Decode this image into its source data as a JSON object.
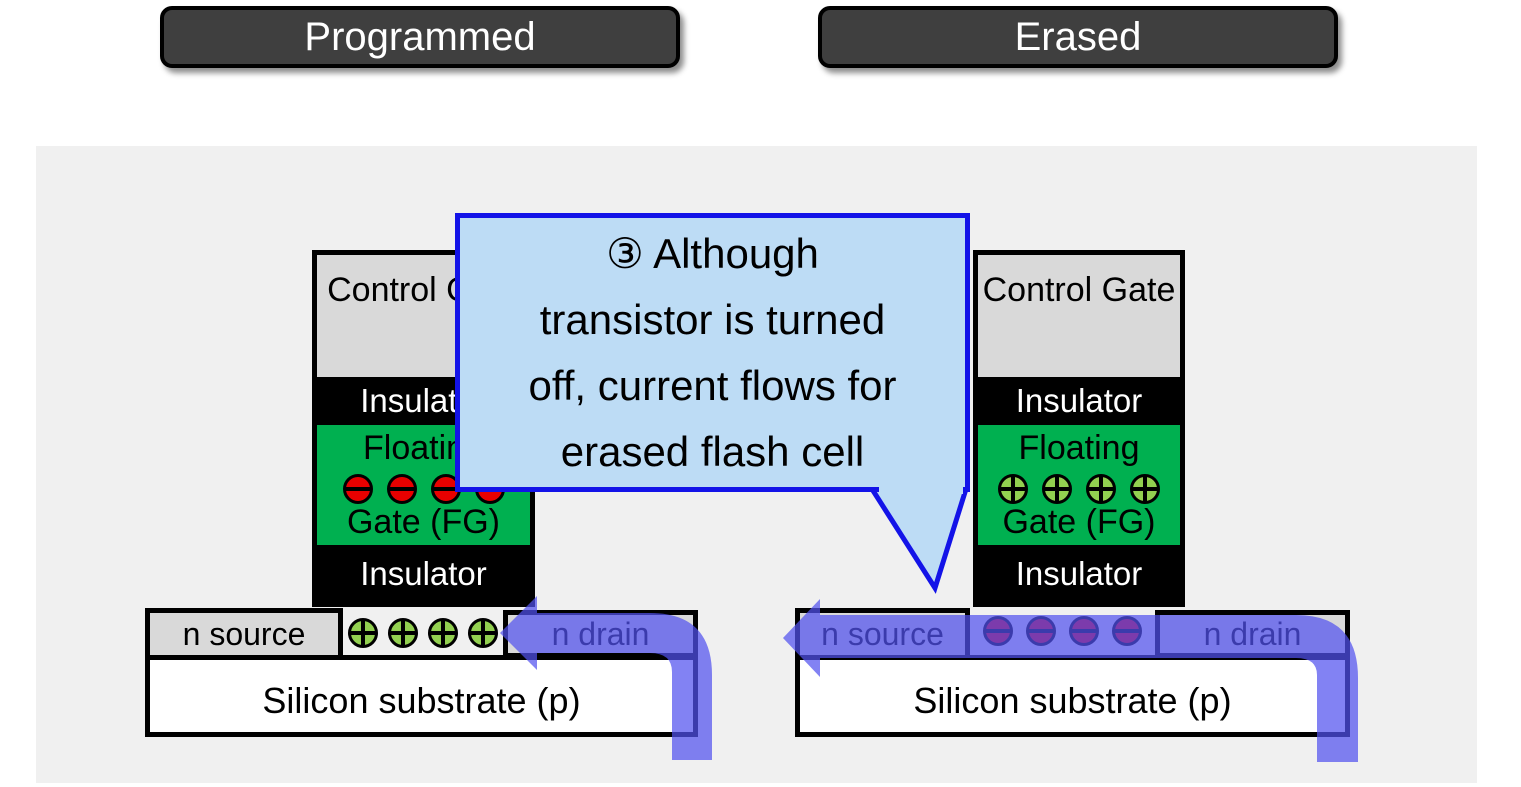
{
  "header": {
    "programmed_label": "Programmed",
    "erased_label": "Erased"
  },
  "callout": {
    "lines": [
      "③ Although",
      "transistor is turned",
      "off, current flows for",
      "erased flash cell"
    ]
  },
  "cells": {
    "programmed": {
      "control_gate_label": "Control Gate",
      "insulator_top_label": "Insulator",
      "floating_gate_line1": "Floating",
      "floating_gate_line2": "Gate (FG)",
      "insulator_bottom_label": "Insulator",
      "source_label": "n source",
      "drain_label": "n drain",
      "substrate_label": "Silicon substrate (p)",
      "fg_charges": {
        "type": "minus",
        "count": 4
      },
      "channel_charges": {
        "type": "plus",
        "count": 4
      }
    },
    "erased": {
      "control_gate_label": "Control Gate",
      "insulator_top_label": "Insulator",
      "floating_gate_line1": "Floating",
      "floating_gate_line2": "Gate (FG)",
      "insulator_bottom_label": "Insulator",
      "source_label": "n source",
      "drain_label": "n drain",
      "substrate_label": "Silicon substrate (p)",
      "fg_charges": {
        "type": "plus",
        "count": 4
      },
      "channel_charges": {
        "type": "minus",
        "count": 4
      }
    }
  },
  "colors": {
    "panel_bg": "#f0f0f0",
    "button_bg": "#3f3f3f",
    "gate_gray": "#d9d9d9",
    "fg_green": "#00b050",
    "plus_green": "#92d050",
    "minus_red": "#e80000",
    "arrow_blue": "#5252ee",
    "callout_fill": "#bddcf5",
    "callout_border": "#1313e8"
  }
}
